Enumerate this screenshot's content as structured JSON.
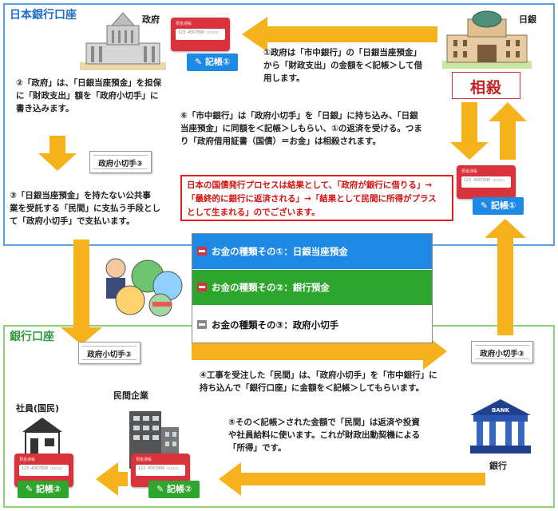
{
  "sections": {
    "top_title": "日本銀行口座",
    "bottom_title": "銀行口座"
  },
  "actors": {
    "government": "政府",
    "boj": "日銀",
    "company": "民間企業",
    "employee": "社員(国民)",
    "bank": "銀行"
  },
  "steps": {
    "s1": [
      "①政府は「市中銀行」の「日銀当座預金」",
      "から「財政支出」の金額を＜記帳＞して借",
      "用します。"
    ],
    "s2": [
      "②「政府」は、「日銀当座預金」を担保",
      "に「財政支出」額を「政府小切手」に",
      "書き込みます。"
    ],
    "s3": [
      "③「日銀当座預金」を持たない公共事",
      "業を受託する「民間」に支払う手段とし",
      "て「政府小切手」で支払います。"
    ],
    "s4": [
      "④工事を受注した「民間」は、「政府小切手」を「市中銀行」に",
      "持ち込んで「銀行口座」に金額を＜記帳＞してもらいます。"
    ],
    "s5": [
      "⑤その＜記帳＞された金額で「民間」は返済や投資",
      "や社員給料に使います。これが財政出動契機による",
      "「所得」です。"
    ],
    "s6": [
      "⑥「市中銀行」は「政府小切手」を「日銀」に持ち込み、「日銀",
      "当座預金」に同額を＜記帳＞しもらい、①の返済を受ける。つま",
      "り「政府借用証書（国債）＝お金」は相殺されます。"
    ]
  },
  "note": [
    "日本の国債発行プロセスは結果として、「政府が銀行に借りる」→",
    "「最終的に銀行に返済される」→「結果として民間に所得がプラス",
    "として生まれる」のでございます。"
  ],
  "badges": {
    "kicho1": "記帳①",
    "kicho2": "記帳②"
  },
  "check_label": "政府小切手③",
  "offset_label": "相殺",
  "money_types": [
    {
      "label": "お金の種類その①：日銀当座預金",
      "color": "#1e88e5",
      "text_color": "#ffffff"
    },
    {
      "label": "お金の種類その②：銀行預金",
      "color": "#2ea62e",
      "text_color": "#ffffff"
    },
    {
      "label": "お金の種類その③：政府小切手",
      "color": "#ffffff",
      "text_color": "#111111"
    }
  ],
  "bank_sign": "BANK",
  "colors": {
    "arrow": "#f6b21a",
    "top_border": "#5aa0e0",
    "bottom_border": "#8cd27a",
    "title_blue": "#1e6fc8",
    "title_green": "#2e9a3e",
    "note_red": "#d51010"
  }
}
